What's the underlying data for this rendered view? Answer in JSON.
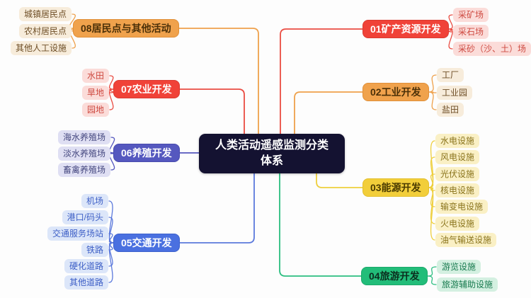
{
  "center": {
    "title": "人类活动遥感监测分类体系"
  },
  "branches": [
    {
      "id": "01",
      "label": "01矿产资源开发",
      "children": [
        "采矿场",
        "采石场",
        "采砂（沙、土）场"
      ]
    },
    {
      "id": "02",
      "label": "02工业开发",
      "children": [
        "工厂",
        "工业园",
        "盐田"
      ]
    },
    {
      "id": "03",
      "label": "03能源开发",
      "children": [
        "水电设施",
        "风电设施",
        "光伏设施",
        "核电设施",
        "输变电设施",
        "火电设施",
        "油气输送设施"
      ]
    },
    {
      "id": "04",
      "label": "04旅游开发",
      "children": [
        "游览设施",
        "旅游辅助设施"
      ]
    },
    {
      "id": "05",
      "label": "05交通开发",
      "children": [
        "机场",
        "港口/码头",
        "交通服务场站",
        "铁路",
        "硬化道路",
        "其他道路"
      ]
    },
    {
      "id": "06",
      "label": "06养殖开发",
      "children": [
        "海水养殖场",
        "淡水养殖场",
        "畜禽养殖场"
      ]
    },
    {
      "id": "07",
      "label": "07农业开发",
      "children": [
        "水田",
        "旱地",
        "园地"
      ]
    },
    {
      "id": "08",
      "label": "08居民点与其他活动",
      "children": [
        "城镇居民点",
        "农村居民点",
        "其他人工设施"
      ]
    }
  ],
  "palette": {
    "center_bg": "#141231",
    "center_text": "#ffffff",
    "branch_colors": [
      {
        "node_bg": "#f04238",
        "node_border": "#da3b31",
        "node_text": "#ffffff",
        "leaf_bg": "#fbdcd9",
        "leaf_text": "#ce4a41",
        "line": "#ea4c42"
      },
      {
        "node_bg": "#f0a24c",
        "node_border": "#e0903a",
        "node_text": "#4b3008",
        "leaf_bg": "#f7ecdb",
        "leaf_text": "#6e4e26",
        "line": "#efa14b"
      },
      {
        "node_bg": "#f2ce3a",
        "node_border": "#e3bf2d",
        "node_text": "#4a3b00",
        "leaf_bg": "#faf0c5",
        "leaf_text": "#8a741c",
        "line": "#eecf3d"
      },
      {
        "node_bg": "#22bd79",
        "node_border": "#1ca96b",
        "node_text": "#0b2e1e",
        "leaf_bg": "#d4f0e1",
        "leaf_text": "#177a4e",
        "line": "#2bbe80"
      },
      {
        "node_bg": "#4a70e0",
        "node_border": "#3e62cc",
        "node_text": "#ffffff",
        "leaf_bg": "#dce6f9",
        "leaf_text": "#3d5fc6",
        "line": "#5b79dc"
      },
      {
        "node_bg": "#5558bf",
        "node_border": "#494cae",
        "node_text": "#ffffff",
        "leaf_bg": "#dfdff3",
        "leaf_text": "#44477f",
        "line": "#5558bf"
      },
      {
        "node_bg": "#f04238",
        "node_border": "#da3b31",
        "node_text": "#ffffff",
        "leaf_bg": "#fbdcd9",
        "leaf_text": "#ce4a41",
        "line": "#ea4c42"
      },
      {
        "node_bg": "#f0a24c",
        "node_border": "#e0903a",
        "node_text": "#4b3008",
        "leaf_bg": "#f7ecdb",
        "leaf_text": "#6e4e26",
        "line": "#efa14b"
      }
    ]
  }
}
